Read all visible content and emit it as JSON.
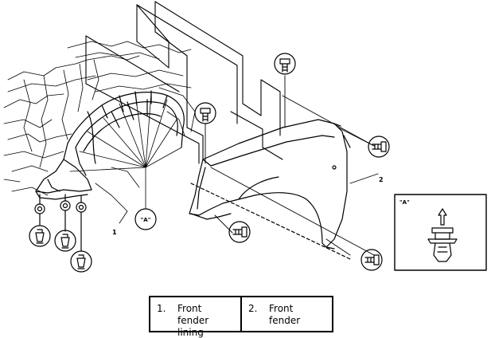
{
  "callouts": {
    "item_1": "1",
    "item_2": "2",
    "view_a": "\"A\"",
    "detail_title": "\"A\""
  },
  "legend": [
    {
      "number": "1.",
      "label": "Front fender lining"
    },
    {
      "number": "2.",
      "label": "Front fender"
    }
  ]
}
